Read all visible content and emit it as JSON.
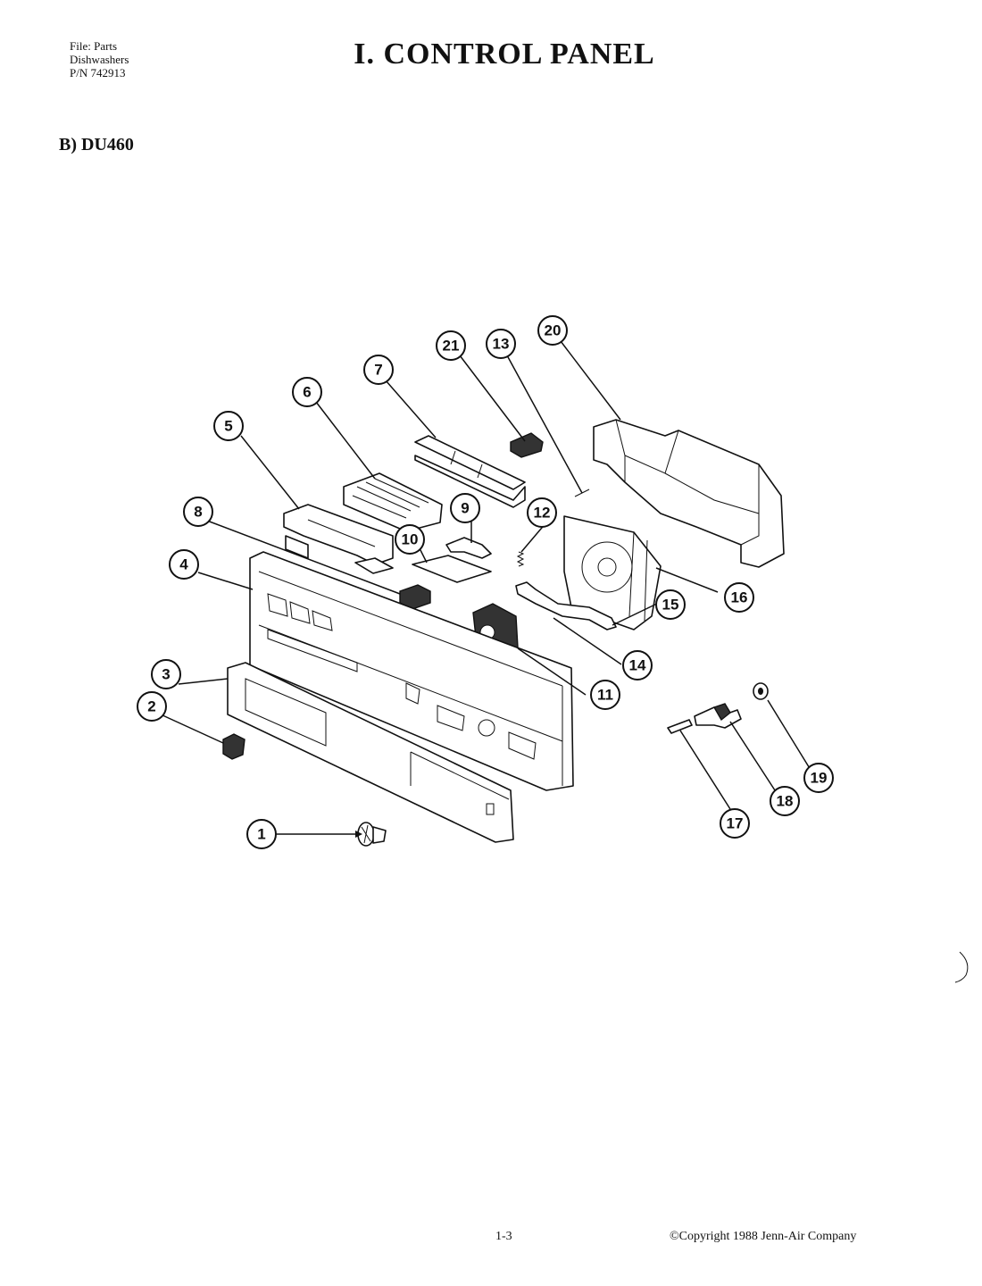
{
  "header": {
    "file_line1": "File: Parts",
    "file_line2": "Dishwashers",
    "file_line3": "P/N 742913",
    "title": "I. CONTROL PANEL"
  },
  "section": {
    "model": "B) DU460"
  },
  "callouts": [
    "1",
    "2",
    "3",
    "4",
    "5",
    "6",
    "7",
    "8",
    "9",
    "10",
    "11",
    "12",
    "13",
    "14",
    "15",
    "16",
    "17",
    "18",
    "19",
    "20",
    "21"
  ],
  "footer": {
    "page": "1-3",
    "copyright": "©Copyright 1988 Jenn-Air Company"
  }
}
